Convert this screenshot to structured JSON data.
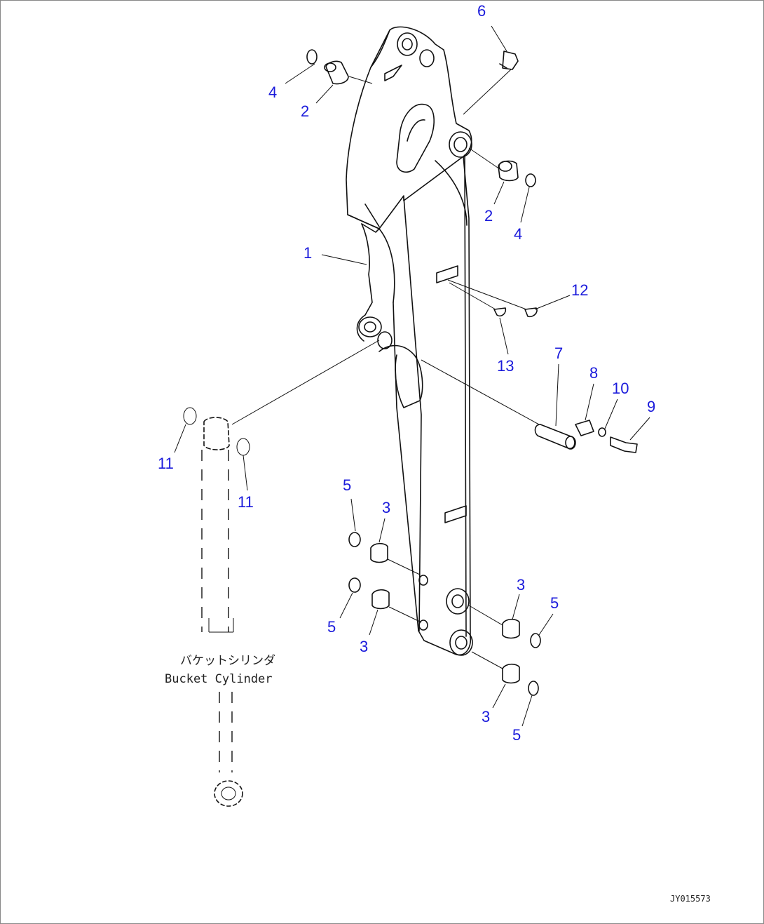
{
  "diagram": {
    "callouts": [
      {
        "id": "c1",
        "label": "1"
      },
      {
        "id": "c2a",
        "label": "2"
      },
      {
        "id": "c2b",
        "label": "2"
      },
      {
        "id": "c3a",
        "label": "3"
      },
      {
        "id": "c3b",
        "label": "3"
      },
      {
        "id": "c3c",
        "label": "3"
      },
      {
        "id": "c3d",
        "label": "3"
      },
      {
        "id": "c4a",
        "label": "4"
      },
      {
        "id": "c4b",
        "label": "4"
      },
      {
        "id": "c5a",
        "label": "5"
      },
      {
        "id": "c5b",
        "label": "5"
      },
      {
        "id": "c5c",
        "label": "5"
      },
      {
        "id": "c5d",
        "label": "5"
      },
      {
        "id": "c6",
        "label": "6"
      },
      {
        "id": "c7",
        "label": "7"
      },
      {
        "id": "c8",
        "label": "8"
      },
      {
        "id": "c9",
        "label": "9"
      },
      {
        "id": "c10",
        "label": "10"
      },
      {
        "id": "c11a",
        "label": "11"
      },
      {
        "id": "c11b",
        "label": "11"
      },
      {
        "id": "c12",
        "label": "12"
      },
      {
        "id": "c13",
        "label": "13"
      }
    ],
    "cylinder_label_jp": "バケットシリンダ",
    "cylinder_label_en": "Bucket Cylinder",
    "drawing_code": "JY015573"
  },
  "colors": {
    "callout": "#1a1adb",
    "line": "#111111"
  }
}
